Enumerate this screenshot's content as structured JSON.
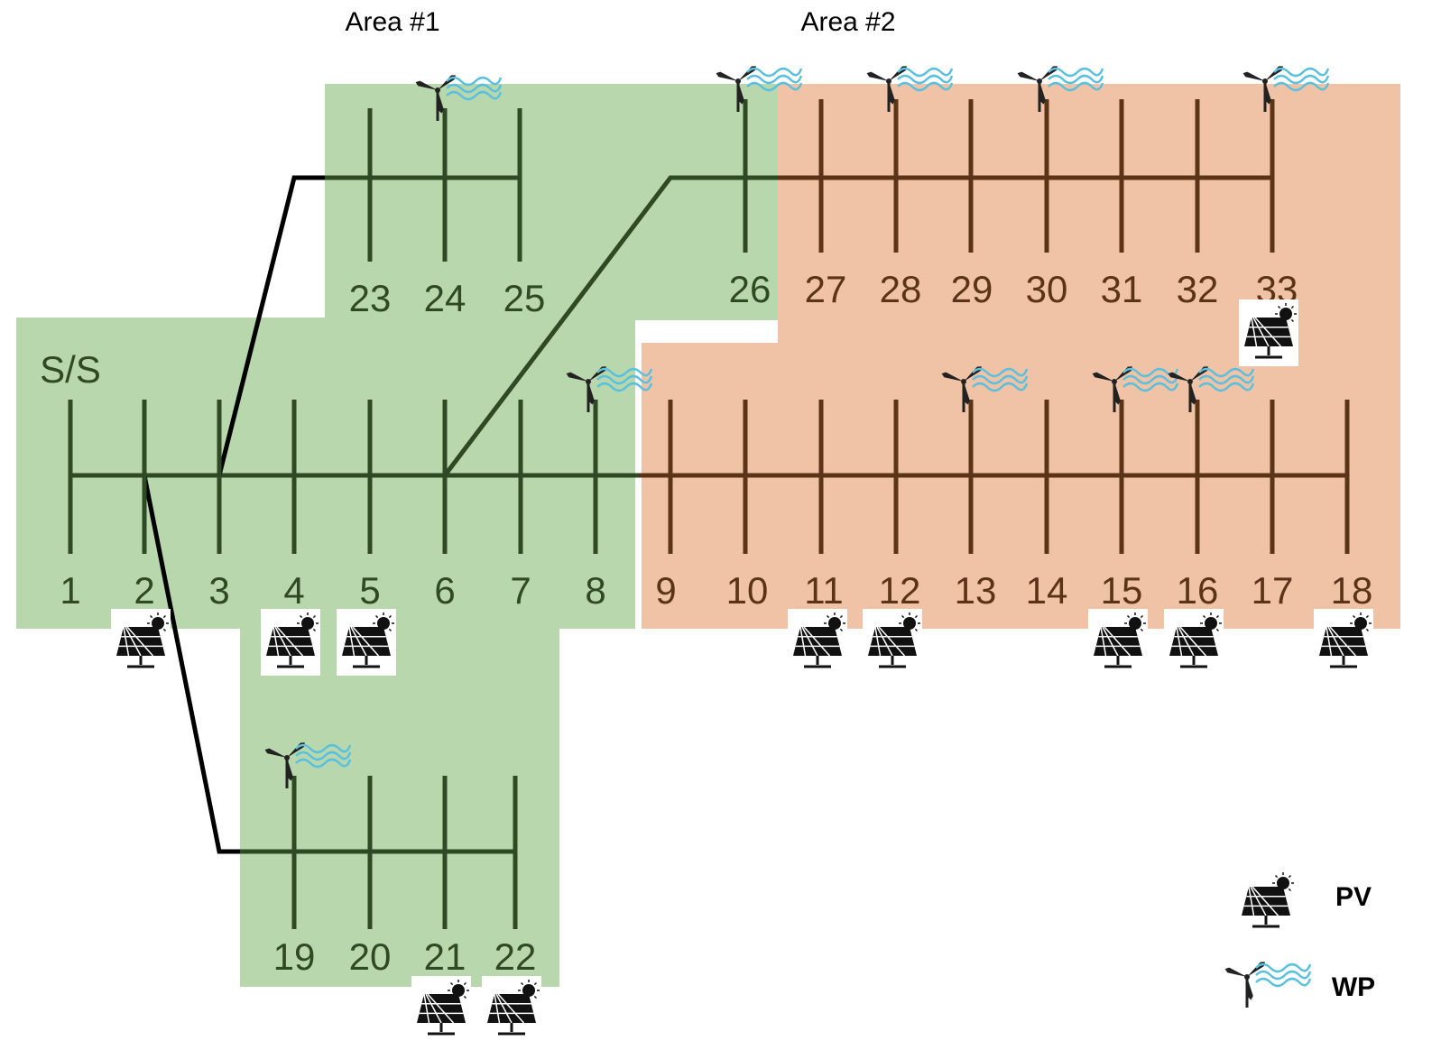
{
  "areas": {
    "area1": "Area #1",
    "area2": "Area #2"
  },
  "substation_label": "S/S",
  "colors": {
    "area1_fill": "#b9d7ad",
    "area2_fill": "#f0c3a6",
    "area1_line": "#2e4a24",
    "area2_line": "#5b3418",
    "tie_line": "#000000",
    "wind_wave": "#5bc0de"
  },
  "buses": [
    "1",
    "2",
    "3",
    "4",
    "5",
    "6",
    "7",
    "8",
    "9",
    "10",
    "11",
    "12",
    "13",
    "14",
    "15",
    "16",
    "17",
    "18",
    "19",
    "20",
    "21",
    "22",
    "23",
    "24",
    "25",
    "26",
    "27",
    "28",
    "29",
    "30",
    "31",
    "32",
    "33"
  ],
  "area1_buses": [
    "1",
    "2",
    "3",
    "4",
    "5",
    "6",
    "7",
    "8",
    "19",
    "20",
    "21",
    "22",
    "23",
    "24",
    "25",
    "26"
  ],
  "area2_buses": [
    "9",
    "10",
    "11",
    "12",
    "13",
    "14",
    "15",
    "16",
    "17",
    "18",
    "27",
    "28",
    "29",
    "30",
    "31",
    "32",
    "33"
  ],
  "pv_buses": [
    "2",
    "4",
    "5",
    "11",
    "12",
    "15",
    "16",
    "18",
    "21",
    "22",
    "33"
  ],
  "wp_buses": [
    "8",
    "13",
    "15",
    "16",
    "19",
    "24",
    "26",
    "28",
    "30",
    "33"
  ],
  "legend": {
    "pv_label": "PV",
    "wp_label": "WP",
    "pv_icon": "solar-panel-icon",
    "wp_icon": "wind-turbine-icon"
  }
}
